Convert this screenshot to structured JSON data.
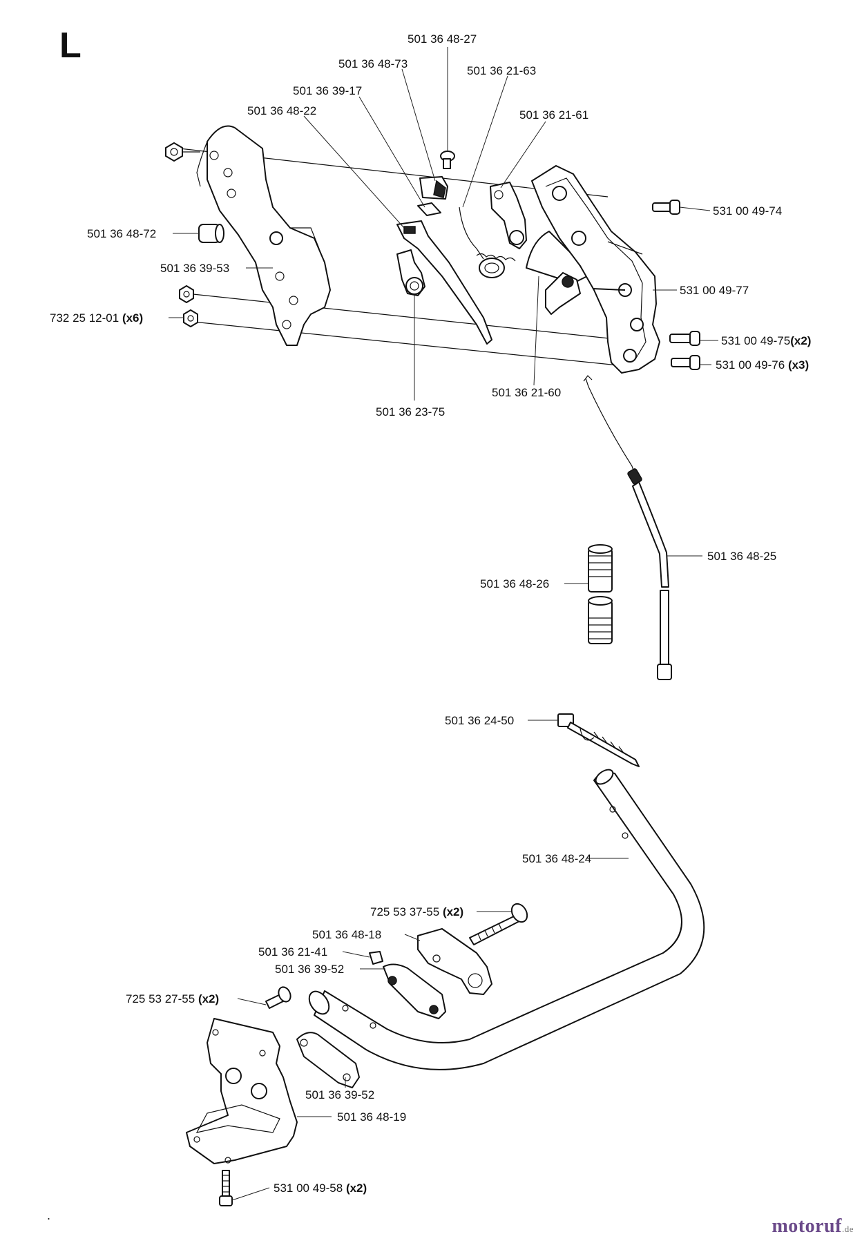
{
  "section_letter": "L",
  "footer_dot": ".",
  "watermark": {
    "text": "motoruf",
    "suffix": ".de"
  },
  "callouts": [
    {
      "part": "501 36 48-27",
      "qty": ""
    },
    {
      "part": "501 36 48-73",
      "qty": ""
    },
    {
      "part": "501 36 21-63",
      "qty": ""
    },
    {
      "part": "501 36 39-17",
      "qty": ""
    },
    {
      "part": "501 36 48-22",
      "qty": ""
    },
    {
      "part": "501 36 21-61",
      "qty": ""
    },
    {
      "part": "531 00 49-74",
      "qty": ""
    },
    {
      "part": "501 36 48-72",
      "qty": ""
    },
    {
      "part": "501 36 39-53",
      "qty": ""
    },
    {
      "part": "531 00 49-77",
      "qty": ""
    },
    {
      "part": "732 25 12-01",
      "qty": "(x6)"
    },
    {
      "part": "531 00 49-75",
      "qty": "(x2)"
    },
    {
      "part": "531 00 49-76",
      "qty": "(x3)"
    },
    {
      "part": "501 36 21-60",
      "qty": ""
    },
    {
      "part": "501 36 23-75",
      "qty": ""
    },
    {
      "part": "501 36 48-25",
      "qty": ""
    },
    {
      "part": "501 36 48-26",
      "qty": ""
    },
    {
      "part": "501 36 24-50",
      "qty": ""
    },
    {
      "part": "501 36 48-24",
      "qty": ""
    },
    {
      "part": "725 53 37-55",
      "qty": "(x2)"
    },
    {
      "part": "501 36 48-18",
      "qty": ""
    },
    {
      "part": "501 36 21-41",
      "qty": ""
    },
    {
      "part": "501 36 39-52",
      "qty": ""
    },
    {
      "part": "725 53 27-55",
      "qty": "(x2)"
    },
    {
      "part": "501 36 39-52",
      "qty": ""
    },
    {
      "part": "501 36 48-19",
      "qty": ""
    },
    {
      "part": "531 00 49-58",
      "qty": "(x2)"
    }
  ]
}
